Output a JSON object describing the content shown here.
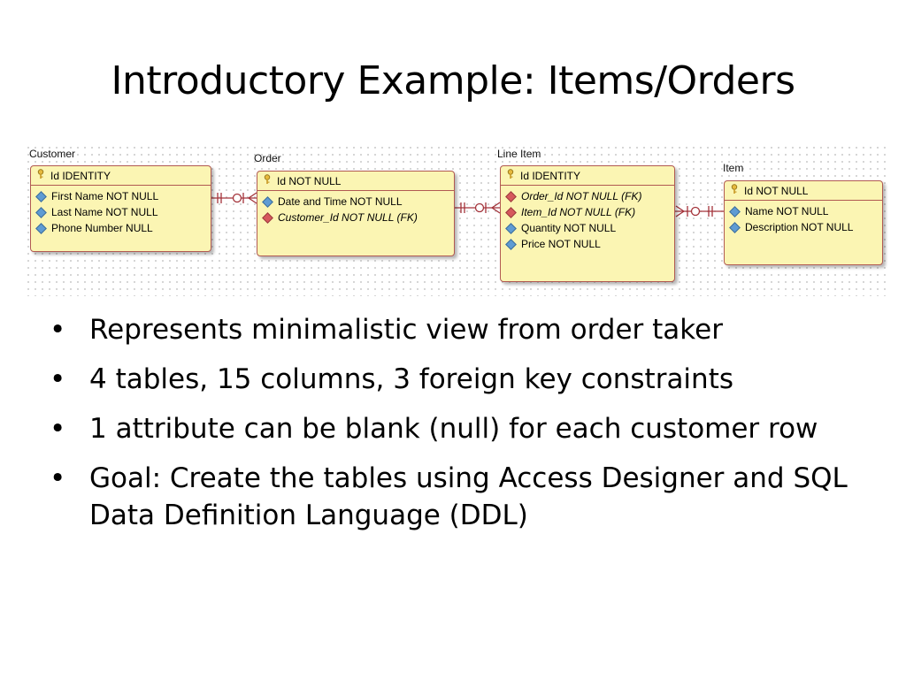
{
  "slide": {
    "title": "Introductory Example: Items/Orders"
  },
  "diagram": {
    "entities": {
      "customer": {
        "name": "Customer",
        "pk": "Id  IDENTITY",
        "columns": [
          "First Name  NOT NULL",
          "Last Name  NOT NULL",
          "Phone Number  NULL"
        ]
      },
      "order": {
        "name": "Order",
        "pk": "Id  NOT NULL",
        "columns": [
          "Date and Time  NOT NULL",
          "Customer_Id  NOT NULL (FK)"
        ]
      },
      "line_item": {
        "name": "Line Item",
        "pk": "Id  IDENTITY",
        "columns": [
          "Order_Id  NOT NULL (FK)",
          "Item_Id  NOT NULL (FK)",
          "Quantity  NOT NULL",
          "Price  NOT NULL"
        ]
      },
      "item": {
        "name": "Item",
        "pk": "Id  NOT NULL",
        "columns": [
          "Name  NOT NULL",
          "Description  NOT NULL"
        ]
      }
    },
    "colors": {
      "entity_fill": "#fbf5b3",
      "entity_border": "#b15a52",
      "column_icon": "#5e9bd3",
      "fk_icon": "#d6585c",
      "relationship_line": "#a3333a"
    },
    "icons": {
      "primary_key": "key-icon",
      "column": "diamond-icon",
      "foreign_key": "fk-diamond-icon"
    }
  },
  "bullets": [
    "Represents minimalistic view from order taker",
    "4 tables, 15 columns, 3 foreign key constraints",
    "1 attribute can be blank (null) for each customer row",
    "Goal: Create the tables using Access Designer and SQL Data Definition Language (DDL)"
  ],
  "bullet_symbol": "•"
}
